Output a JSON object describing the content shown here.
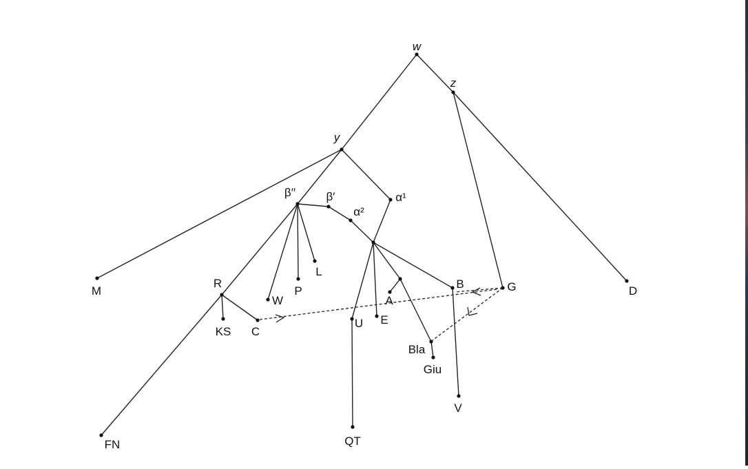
{
  "diagram": {
    "nodes": [
      {
        "id": "w",
        "label": "w",
        "italic": true
      },
      {
        "id": "z",
        "label": "z",
        "italic": true
      },
      {
        "id": "y",
        "label": "y",
        "italic": true
      },
      {
        "id": "bpp",
        "label": "β′′",
        "italic": false
      },
      {
        "id": "bp",
        "label": "β′",
        "italic": false
      },
      {
        "id": "a2",
        "label": "α²",
        "italic": false
      },
      {
        "id": "a1",
        "label": "α¹",
        "italic": false
      },
      {
        "id": "hub",
        "label": "",
        "italic": false
      },
      {
        "id": "M",
        "label": "M",
        "italic": false
      },
      {
        "id": "R",
        "label": "R",
        "italic": false
      },
      {
        "id": "KS",
        "label": "KS",
        "italic": false
      },
      {
        "id": "C",
        "label": "C",
        "italic": false
      },
      {
        "id": "FN",
        "label": "FN",
        "italic": false
      },
      {
        "id": "W",
        "label": "W",
        "italic": false
      },
      {
        "id": "P",
        "label": "P",
        "italic": false
      },
      {
        "id": "L",
        "label": "L",
        "italic": false
      },
      {
        "id": "U",
        "label": "U",
        "italic": false
      },
      {
        "id": "QT",
        "label": "QT",
        "italic": false
      },
      {
        "id": "E",
        "label": "E",
        "italic": false
      },
      {
        "id": "aJ",
        "label": "",
        "italic": false
      },
      {
        "id": "A",
        "label": "A",
        "italic": false
      },
      {
        "id": "Bla",
        "label": "Bla",
        "italic": false
      },
      {
        "id": "Giu",
        "label": "Giu",
        "italic": false
      },
      {
        "id": "B",
        "label": "B",
        "italic": false
      },
      {
        "id": "V",
        "label": "V",
        "italic": false
      },
      {
        "id": "G",
        "label": "G",
        "italic": false
      },
      {
        "id": "D",
        "label": "D",
        "italic": false
      }
    ],
    "edges": [
      {
        "from": "w",
        "to": "y",
        "style": "solid"
      },
      {
        "from": "w",
        "to": "z",
        "style": "solid"
      },
      {
        "from": "z",
        "to": "D",
        "style": "solid"
      },
      {
        "from": "z",
        "to": "G",
        "style": "solid"
      },
      {
        "from": "y",
        "to": "M",
        "style": "solid"
      },
      {
        "from": "y",
        "to": "bpp",
        "style": "solid"
      },
      {
        "from": "y",
        "to": "a1",
        "style": "solid"
      },
      {
        "from": "bpp",
        "to": "bp",
        "style": "solid"
      },
      {
        "from": "bp",
        "to": "a2",
        "style": "solid"
      },
      {
        "from": "a2",
        "to": "hub",
        "style": "solid"
      },
      {
        "from": "a1",
        "to": "hub",
        "style": "solid"
      },
      {
        "from": "bpp",
        "to": "R",
        "style": "solid"
      },
      {
        "from": "bpp",
        "to": "W",
        "style": "solid"
      },
      {
        "from": "bpp",
        "to": "P",
        "style": "solid"
      },
      {
        "from": "bpp",
        "to": "L",
        "style": "solid"
      },
      {
        "from": "R",
        "to": "FN",
        "style": "solid"
      },
      {
        "from": "R",
        "to": "KS",
        "style": "solid"
      },
      {
        "from": "R",
        "to": "C",
        "style": "solid"
      },
      {
        "from": "hub",
        "to": "U",
        "style": "solid"
      },
      {
        "from": "U",
        "to": "QT",
        "style": "solid"
      },
      {
        "from": "hub",
        "to": "E",
        "style": "solid"
      },
      {
        "from": "hub",
        "to": "aJ",
        "style": "solid"
      },
      {
        "from": "aJ",
        "to": "A",
        "style": "solid"
      },
      {
        "from": "aJ",
        "to": "Bla",
        "style": "solid"
      },
      {
        "from": "Bla",
        "to": "Giu",
        "style": "solid"
      },
      {
        "from": "hub",
        "to": "B",
        "style": "solid"
      },
      {
        "from": "B",
        "to": "V",
        "style": "solid"
      },
      {
        "from": "C",
        "to": "G",
        "style": "dashed"
      },
      {
        "from": "G",
        "to": "B",
        "style": "dashed"
      },
      {
        "from": "G",
        "to": "Bla",
        "style": "dashed"
      }
    ]
  }
}
